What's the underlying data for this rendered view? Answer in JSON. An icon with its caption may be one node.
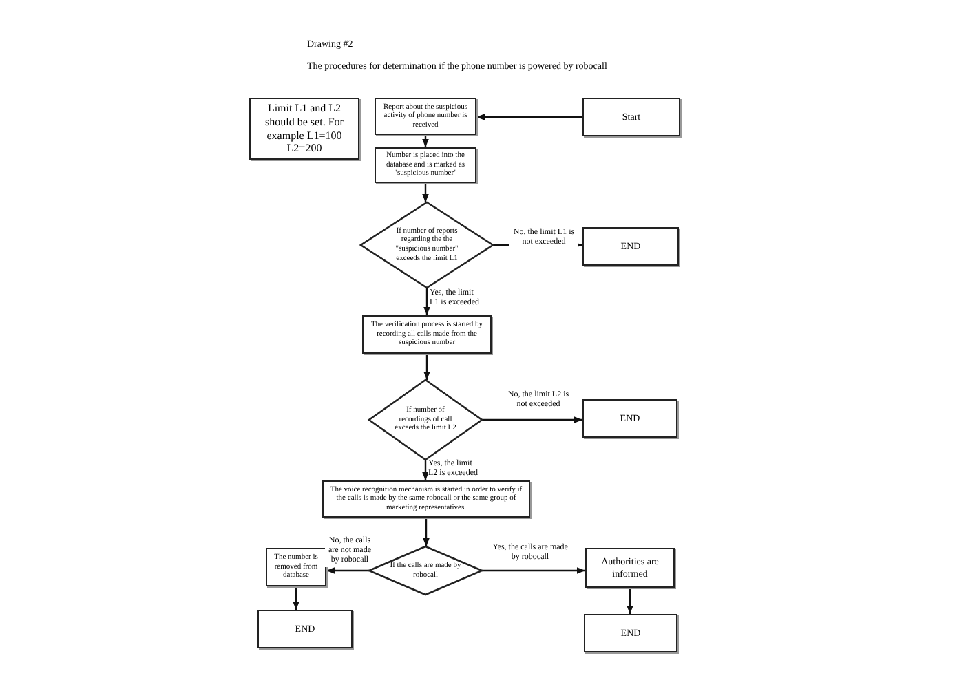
{
  "diagram": {
    "title": "The procedures for determination if the phone number is powered by robocall",
    "nodes": [
      {
        "text": [
          "Limit L1 and L2 should be  set. For example L1=100 L2=200"
        ]
      },
      {
        "text": [
          "Report about the suspicious activity of phone number is received"
        ]
      },
      {
        "text": [
          "Start"
        ]
      },
      {
        "text": [
          "Number is placed into the database and is marked as \"suspicious number\""
        ]
      },
      {
        "text": [
          "If number of reports regarding the the \"suspicious number\" exceeds the limit  L1"
        ]
      },
      {
        "text": [
          "END"
        ]
      },
      {
        "text": [
          "The verification process is started by recording all calls made from the suspicious number"
        ]
      },
      {
        "text": [
          "If number of recordings of call exceeds the limit L2"
        ]
      },
      {
        "text": [
          "END"
        ]
      },
      {
        "text": [
          "The voice recognition mechanism is started in order  to verify if the calls is made by the same robocall or the same group of  marketing representatives."
        ]
      },
      {
        "text": [
          "If the calls are made by robocall"
        ]
      },
      {
        "text": [
          "The number is removed from database"
        ]
      },
      {
        "text": [
          "Authorities are informed"
        ]
      },
      {
        "text": [
          "END"
        ]
      },
      {
        "text": [
          "END"
        ]
      }
    ],
    "edges": [
      {
        "from": 2,
        "to": 1,
        "arrow": "to"
      },
      {
        "from": 1,
        "to": 3,
        "arrow": "to"
      },
      {
        "from": 3,
        "to": 4,
        "arrow": "to"
      },
      {
        "from": 4,
        "to": 5,
        "arrow": "to",
        "label": "No, the limit L1 is not exceeded"
      },
      {
        "from": 4,
        "to": 6,
        "arrow": "to",
        "label": "Yes, the limit L1 is exceeded"
      },
      {
        "from": 6,
        "to": 7,
        "arrow": "to"
      },
      {
        "from": 7,
        "to": 8,
        "arrow": "to",
        "label": "No, the limit L2 is not exceeded"
      },
      {
        "from": 7,
        "to": 9,
        "arrow": "to",
        "label": "Yes, the limit L2 is exceeded"
      },
      {
        "from": 9,
        "to": 10,
        "arrow": "to"
      },
      {
        "from": 10,
        "to": 11,
        "arrow": "to",
        "label": "No, the calls are not made by robocall"
      },
      {
        "from": 10,
        "to": 12,
        "arrow": "to",
        "label": "Yes, the calls are made by robocall"
      },
      {
        "from": 11,
        "to": 13,
        "arrow": "to"
      },
      {
        "from": 12,
        "to": 14,
        "arrow": "to"
      }
    ],
    "labels": [
      "Drawing #2"
    ]
  }
}
